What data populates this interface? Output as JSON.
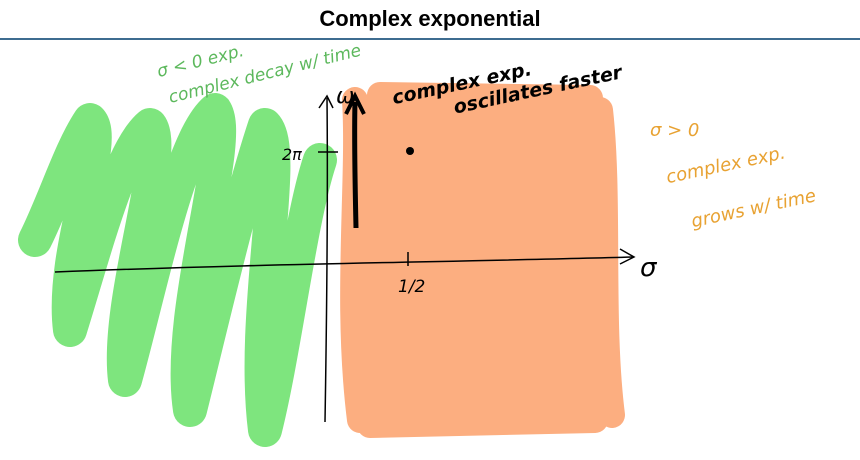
{
  "title": "Complex exponential",
  "colors": {
    "title_rule": "#3e6c90",
    "left_half_plane": "#7ee57e",
    "right_half_plane": "#fcae80",
    "annotation_left": "#5cb85c",
    "annotation_right": "#e8a232",
    "ink": "#000000"
  },
  "axes": {
    "horizontal_label": "σ",
    "vertical_label": "ω",
    "tick_horizontal": "1/2",
    "tick_vertical": "2π"
  },
  "annotations": {
    "left_line1": "σ < 0  exp.",
    "left_line2": "complex    decay w/ time",
    "right_line1": "σ > 0",
    "right_line2": "complex exp.",
    "right_line3": "grows w/ time",
    "top_line1": "complex exp.",
    "top_line2": "oscillates faster"
  }
}
